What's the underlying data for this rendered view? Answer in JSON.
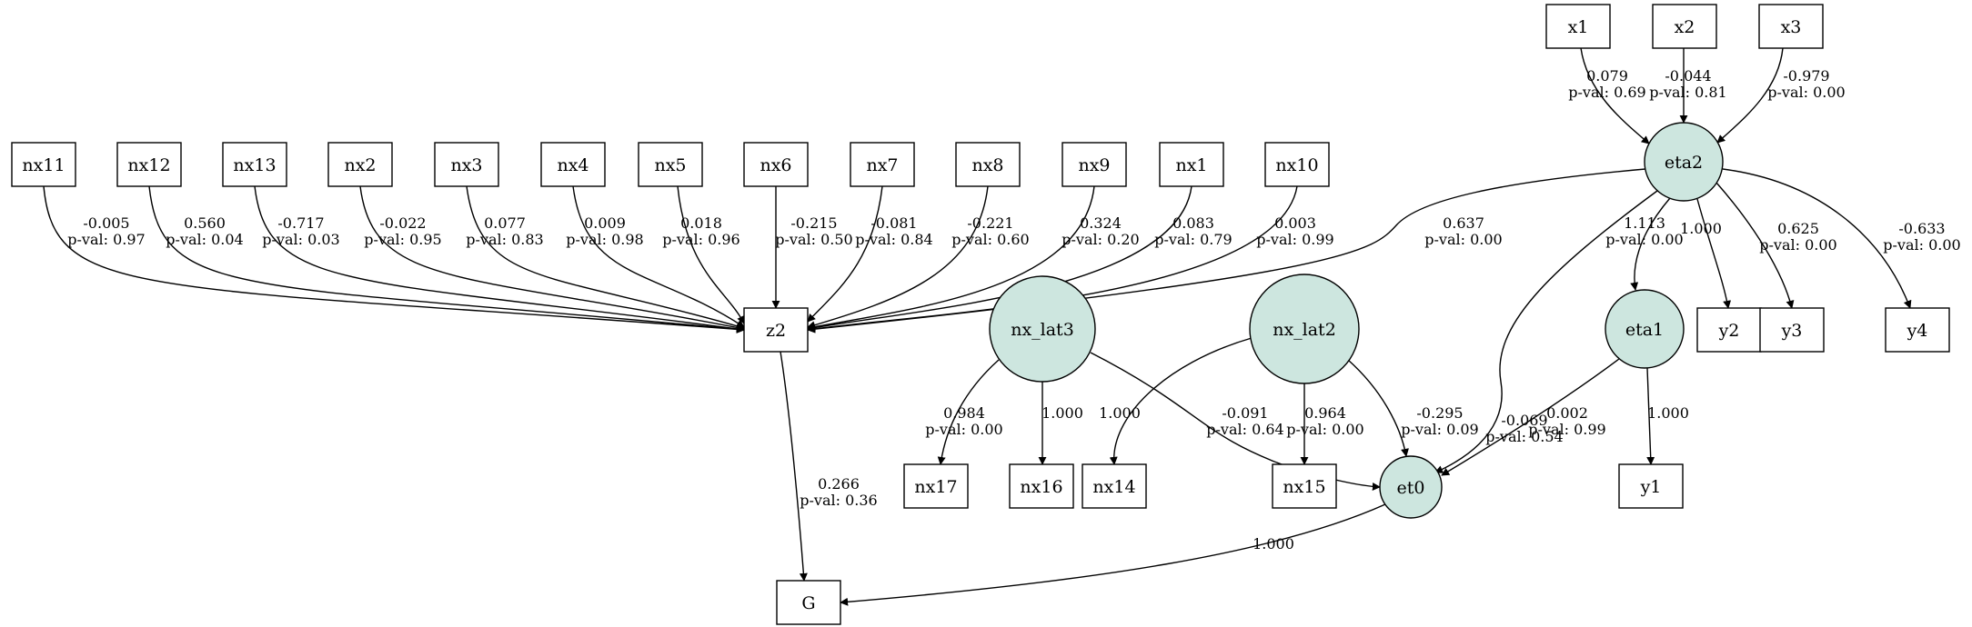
{
  "colors": {
    "latent_fill": "#cde6df",
    "stroke": "#000000",
    "background": "#ffffff"
  },
  "nodes": {
    "x1": "x1",
    "x2": "x2",
    "x3": "x3",
    "nx11": "nx11",
    "nx12": "nx12",
    "nx13": "nx13",
    "nx2": "nx2",
    "nx3": "nx3",
    "nx4": "nx4",
    "nx5": "nx5",
    "nx6": "nx6",
    "nx7": "nx7",
    "nx8": "nx8",
    "nx9": "nx9",
    "nx1": "nx1",
    "nx10": "nx10",
    "z2": "z2",
    "G": "G",
    "nx17": "nx17",
    "nx16": "nx16",
    "nx14": "nx14",
    "nx15": "nx15",
    "y1": "y1",
    "y2": "y2",
    "y3": "y3",
    "y4": "y4",
    "eta2": "eta2",
    "eta1": "eta1",
    "nx_lat3": "nx_lat3",
    "nx_lat2": "nx_lat2",
    "et0": "et0"
  },
  "edges": {
    "x1_eta2": [
      "0.079",
      "p-val: 0.69"
    ],
    "x2_eta2": [
      "-0.044",
      "p-val: 0.81"
    ],
    "x3_eta2": [
      "-0.979",
      "p-val: 0.00"
    ],
    "nx11_z2": [
      "-0.005",
      "p-val: 0.97"
    ],
    "nx12_z2": [
      "0.560",
      "p-val: 0.04"
    ],
    "nx13_z2": [
      "-0.717",
      "p-val: 0.03"
    ],
    "nx2_z2": [
      "-0.022",
      "p-val: 0.95"
    ],
    "nx3_z2": [
      "0.077",
      "p-val: 0.83"
    ],
    "nx4_z2": [
      "0.009",
      "p-val: 0.98"
    ],
    "nx5_z2": [
      "0.018",
      "p-val: 0.96"
    ],
    "nx6_z2": [
      "-0.215",
      "p-val: 0.50"
    ],
    "nx7_z2": [
      "-0.081",
      "p-val: 0.84"
    ],
    "nx8_z2": [
      "-0.221",
      "p-val: 0.60"
    ],
    "nx9_z2": [
      "0.324",
      "p-val: 0.20"
    ],
    "nx1_z2": [
      "0.083",
      "p-val: 0.79"
    ],
    "nx10_z2": [
      "0.003",
      "p-val: 0.99"
    ],
    "eta2_z2": [
      "0.637",
      "p-val: 0.00"
    ],
    "eta2_et0": [
      "-0.069",
      "p-val: 0.54"
    ],
    "eta2_eta1": [
      "1.113",
      "p-val: 0.00"
    ],
    "eta2_y2": [
      "1.000"
    ],
    "eta2_y3": [
      "0.625",
      "p-val: 0.00"
    ],
    "eta2_y4": [
      "-0.633",
      "p-val: 0.00"
    ],
    "z2_G": [
      "0.266",
      "p-val: 0.36"
    ],
    "nx_lat3_nx17": [
      "0.984",
      "p-val: 0.00"
    ],
    "nx_lat3_nx16": [
      "1.000"
    ],
    "nx_lat3_et0": [
      "-0.091",
      "p-val: 0.64"
    ],
    "nx_lat2_nx14": [
      "1.000"
    ],
    "nx_lat2_nx15": [
      "0.964",
      "p-val: 0.00"
    ],
    "nx_lat2_et0": [
      "-0.295",
      "p-val: 0.09"
    ],
    "eta1_et0": [
      "0.002",
      "p-val: 0.99"
    ],
    "eta1_y1": [
      "1.000"
    ],
    "et0_G": [
      "1.000"
    ]
  }
}
